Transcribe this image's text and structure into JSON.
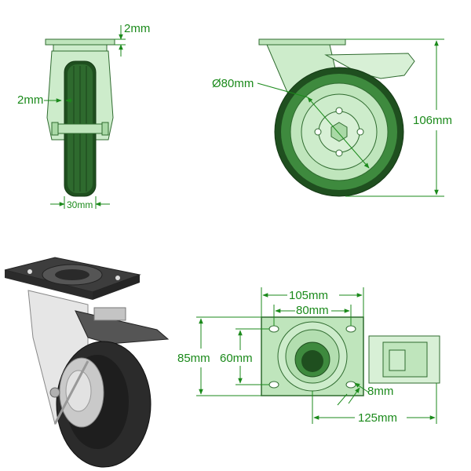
{
  "colors": {
    "dimension": "#1b8a1b",
    "part_fill": "#bfe5bc",
    "part_stroke": "#2f6b2f",
    "rubber": "#1f4f1f",
    "photo_dark": "#3a3a3a",
    "photo_metal": "#c9c9c9"
  },
  "views": {
    "side": {
      "top_plate_thickness": "2mm",
      "fork_thickness": "2mm",
      "wheel_width": "30mm"
    },
    "front": {
      "wheel_diameter": "Ø80mm",
      "overall_height": "106mm"
    },
    "top_plate": {
      "plate_width": "105mm",
      "hole_spacing_x": "80mm",
      "plate_height": "85mm",
      "hole_spacing_y": "60mm",
      "hole_diameter": "8mm",
      "overall_length": "125mm"
    },
    "photo": {
      "icon": "swivel-caster-with-brake-photo"
    }
  }
}
